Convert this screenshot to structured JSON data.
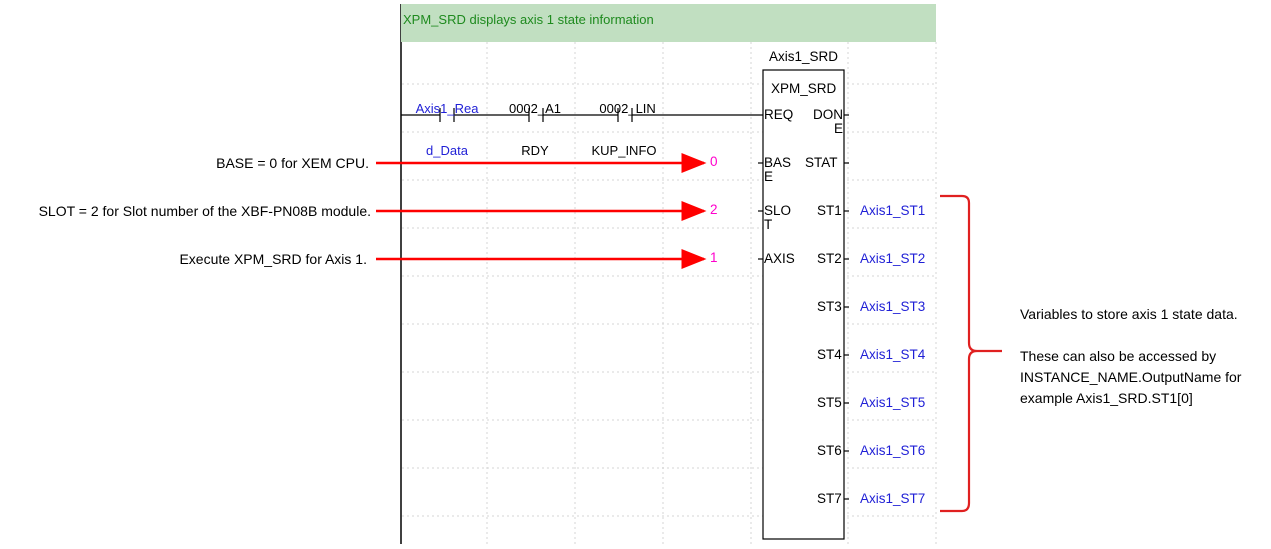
{
  "comment": "XPM_SRD displays axis 1 state information",
  "contacts": [
    {
      "name": "contact-axis1-read-data",
      "line1": "Axis1_Rea",
      "line2": "d_Data"
    },
    {
      "name": "contact-0002-a1-rdy",
      "line1": "_0002_A1_",
      "line2": "RDY"
    },
    {
      "name": "contact-0002-linkup-info",
      "line1": "_0002_LIN",
      "line2": "KUP_INFO"
    }
  ],
  "function_block": {
    "instance_name": "Axis1_SRD",
    "type": "XPM_SRD",
    "inputs": [
      {
        "label": "REQ",
        "value": ""
      },
      {
        "label": "BAS\nE",
        "value": "0"
      },
      {
        "label": "SLO\nT",
        "value": "2"
      },
      {
        "label": "AXIS",
        "value": "1"
      }
    ],
    "outputs": [
      {
        "label": "DON\nE",
        "variable": ""
      },
      {
        "label": "STAT",
        "variable": ""
      },
      {
        "label": "ST1",
        "variable": "Axis1_ST1"
      },
      {
        "label": "ST2",
        "variable": "Axis1_ST2"
      },
      {
        "label": "ST3",
        "variable": "Axis1_ST3"
      },
      {
        "label": "ST4",
        "variable": "Axis1_ST4"
      },
      {
        "label": "ST5",
        "variable": "Axis1_ST5"
      },
      {
        "label": "ST6",
        "variable": "Axis1_ST6"
      },
      {
        "label": "ST7",
        "variable": "Axis1_ST7"
      }
    ]
  },
  "annotations": [
    {
      "text": "BASE = 0 for XEM CPU."
    },
    {
      "text": "SLOT = 2 for Slot number of the XBF-PN08B module."
    },
    {
      "text": "Execute XPM_SRD for Axis 1."
    }
  ],
  "bracket_note": {
    "line1": "Variables to store axis 1 state data.",
    "line2": "These can also be accessed by",
    "line3": "INSTANCE_NAME.OutputName for",
    "line4": "example Axis1_SRD.ST1[0]"
  },
  "colors": {
    "comment_background": "#c1dfc1",
    "comment_text": "#1e8a1e",
    "variable_blue": "#1f1fd6",
    "constant_magenta": "#ff00cc",
    "arrow_red": "#ff0000",
    "bracket_red": "#e02020"
  }
}
